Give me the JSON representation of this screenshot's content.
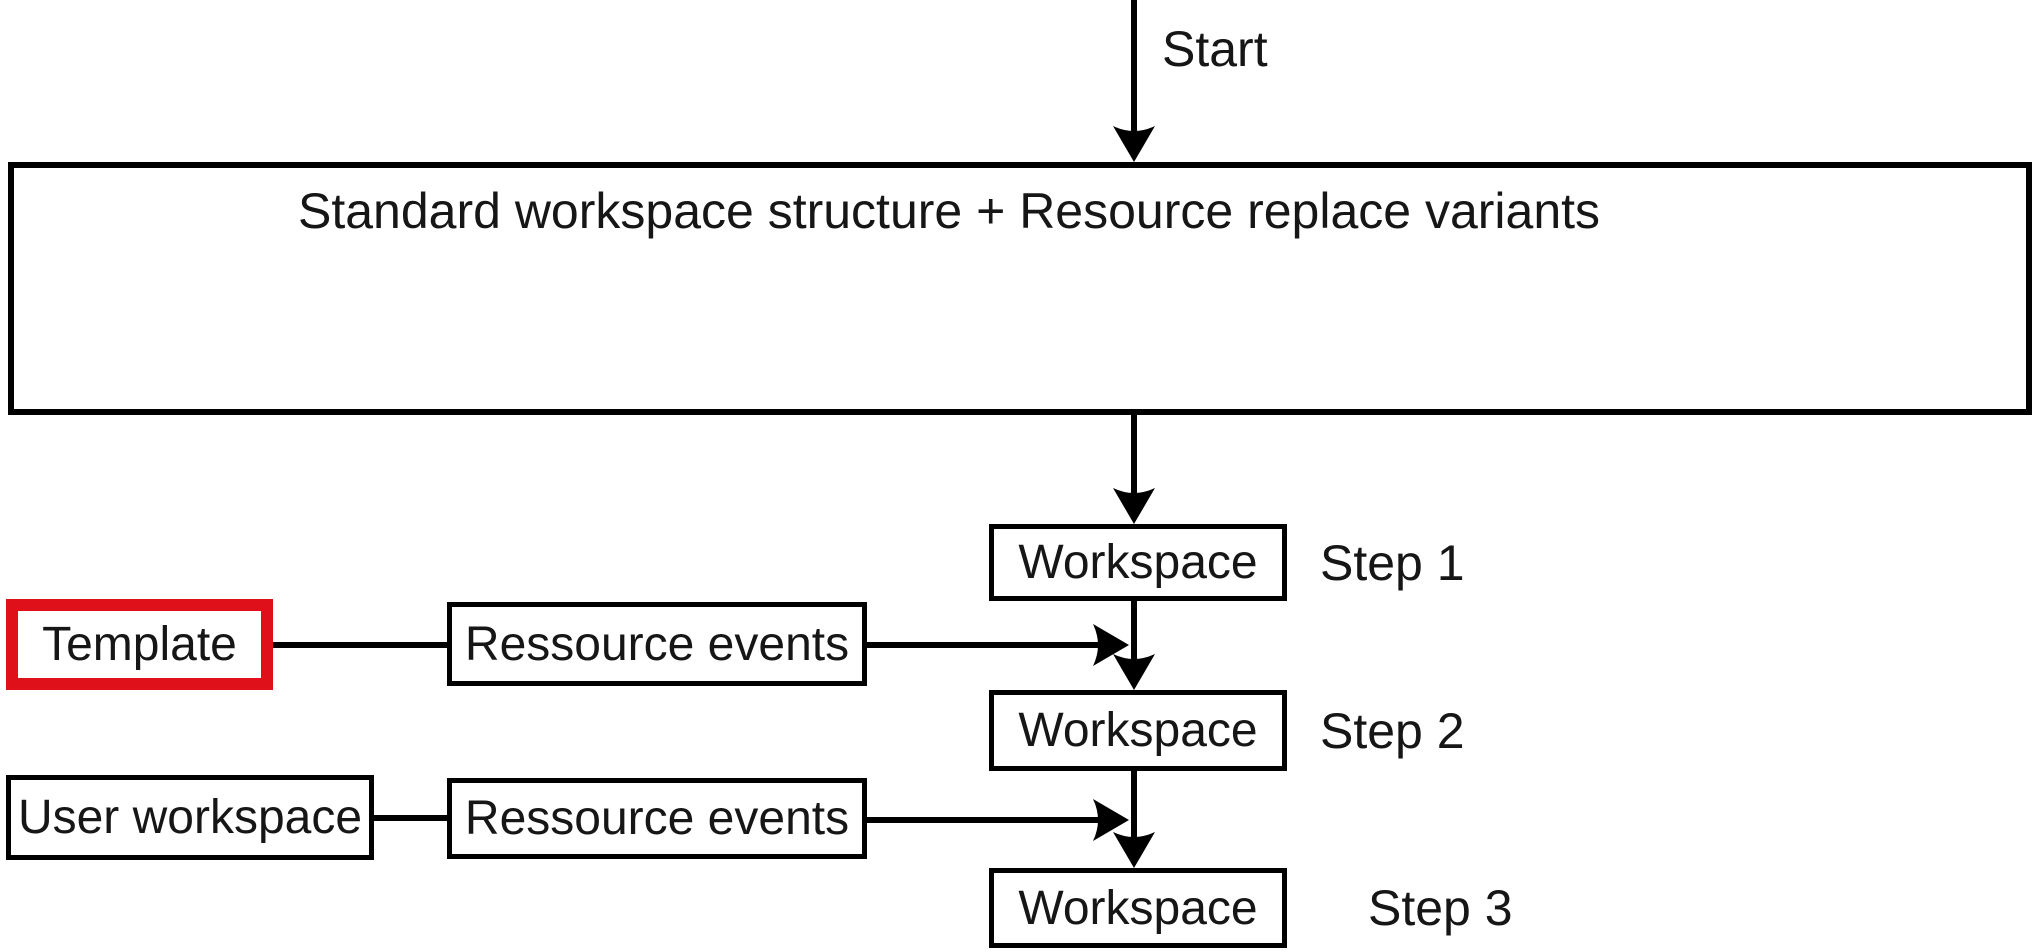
{
  "diagram": {
    "start_label": "Start",
    "main_box": {
      "title": "Standard workspace structure + Resource replace variants"
    },
    "steps": [
      {
        "box_label": "Workspace",
        "step_label": "Step 1"
      },
      {
        "box_label": "Workspace",
        "step_label": "Step 2"
      },
      {
        "box_label": "Workspace",
        "step_label": "Step 3"
      }
    ],
    "inputs": [
      {
        "source_label": "Template",
        "event_label": "Ressource events",
        "highlighted": true
      },
      {
        "source_label": "User workspace",
        "event_label": "Ressource events",
        "highlighted": false
      }
    ],
    "colors": {
      "highlight_border": "#e0101b",
      "line": "#000000",
      "text": "#161616",
      "background": "#ffffff"
    }
  }
}
